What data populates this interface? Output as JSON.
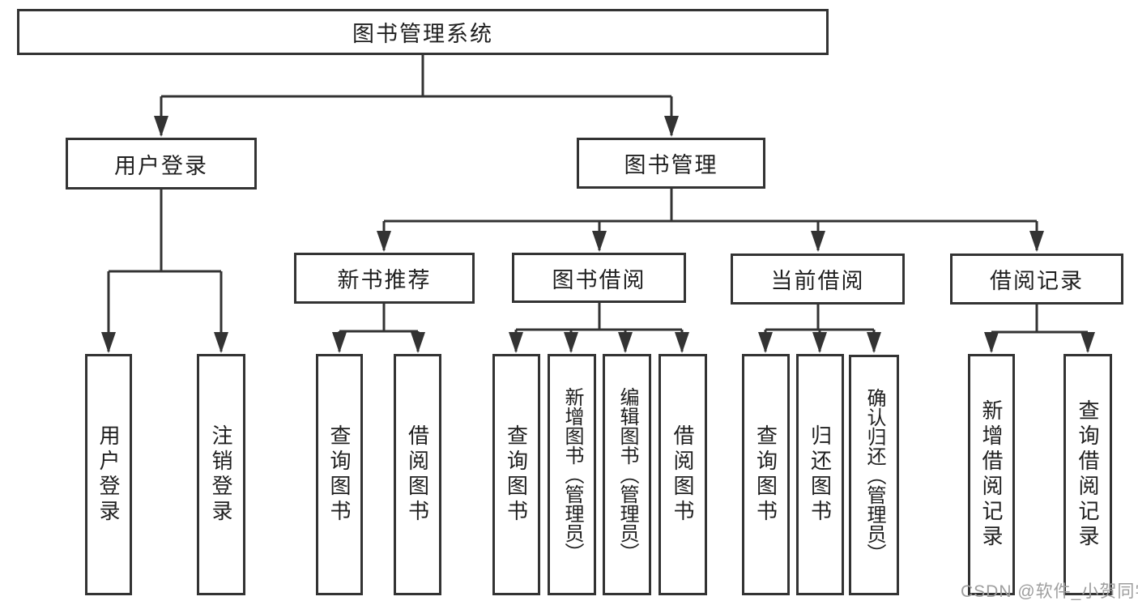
{
  "diagram": {
    "type": "tree",
    "root": {
      "label": "图书管理系统"
    },
    "level2": [
      {
        "label": "用户登录"
      },
      {
        "label": "图书管理"
      }
    ],
    "level3": [
      {
        "label": "新书推荐"
      },
      {
        "label": "图书借阅"
      },
      {
        "label": "当前借阅"
      },
      {
        "label": "借阅记录"
      }
    ],
    "leaves": {
      "user_login": [
        "用户登录",
        "注销登录"
      ],
      "new_books": [
        "查询图书",
        "借阅图书"
      ],
      "book_borrow": [
        "查询图书",
        "新增图书（管理员）",
        "编辑图书（管理员）",
        "借阅图书"
      ],
      "current_borrow": [
        "查询图书",
        "归还图书",
        "确认归还（管理员）"
      ],
      "borrow_records": [
        "新增借阅记录",
        "查询借阅记录"
      ]
    }
  },
  "colors": {
    "line": "#333333",
    "text": "#1f1f1f",
    "box_background": "#ffffff",
    "watermark": "#9e9e9e"
  },
  "watermark": {
    "text": "CSDN @软件_小贺同学"
  }
}
